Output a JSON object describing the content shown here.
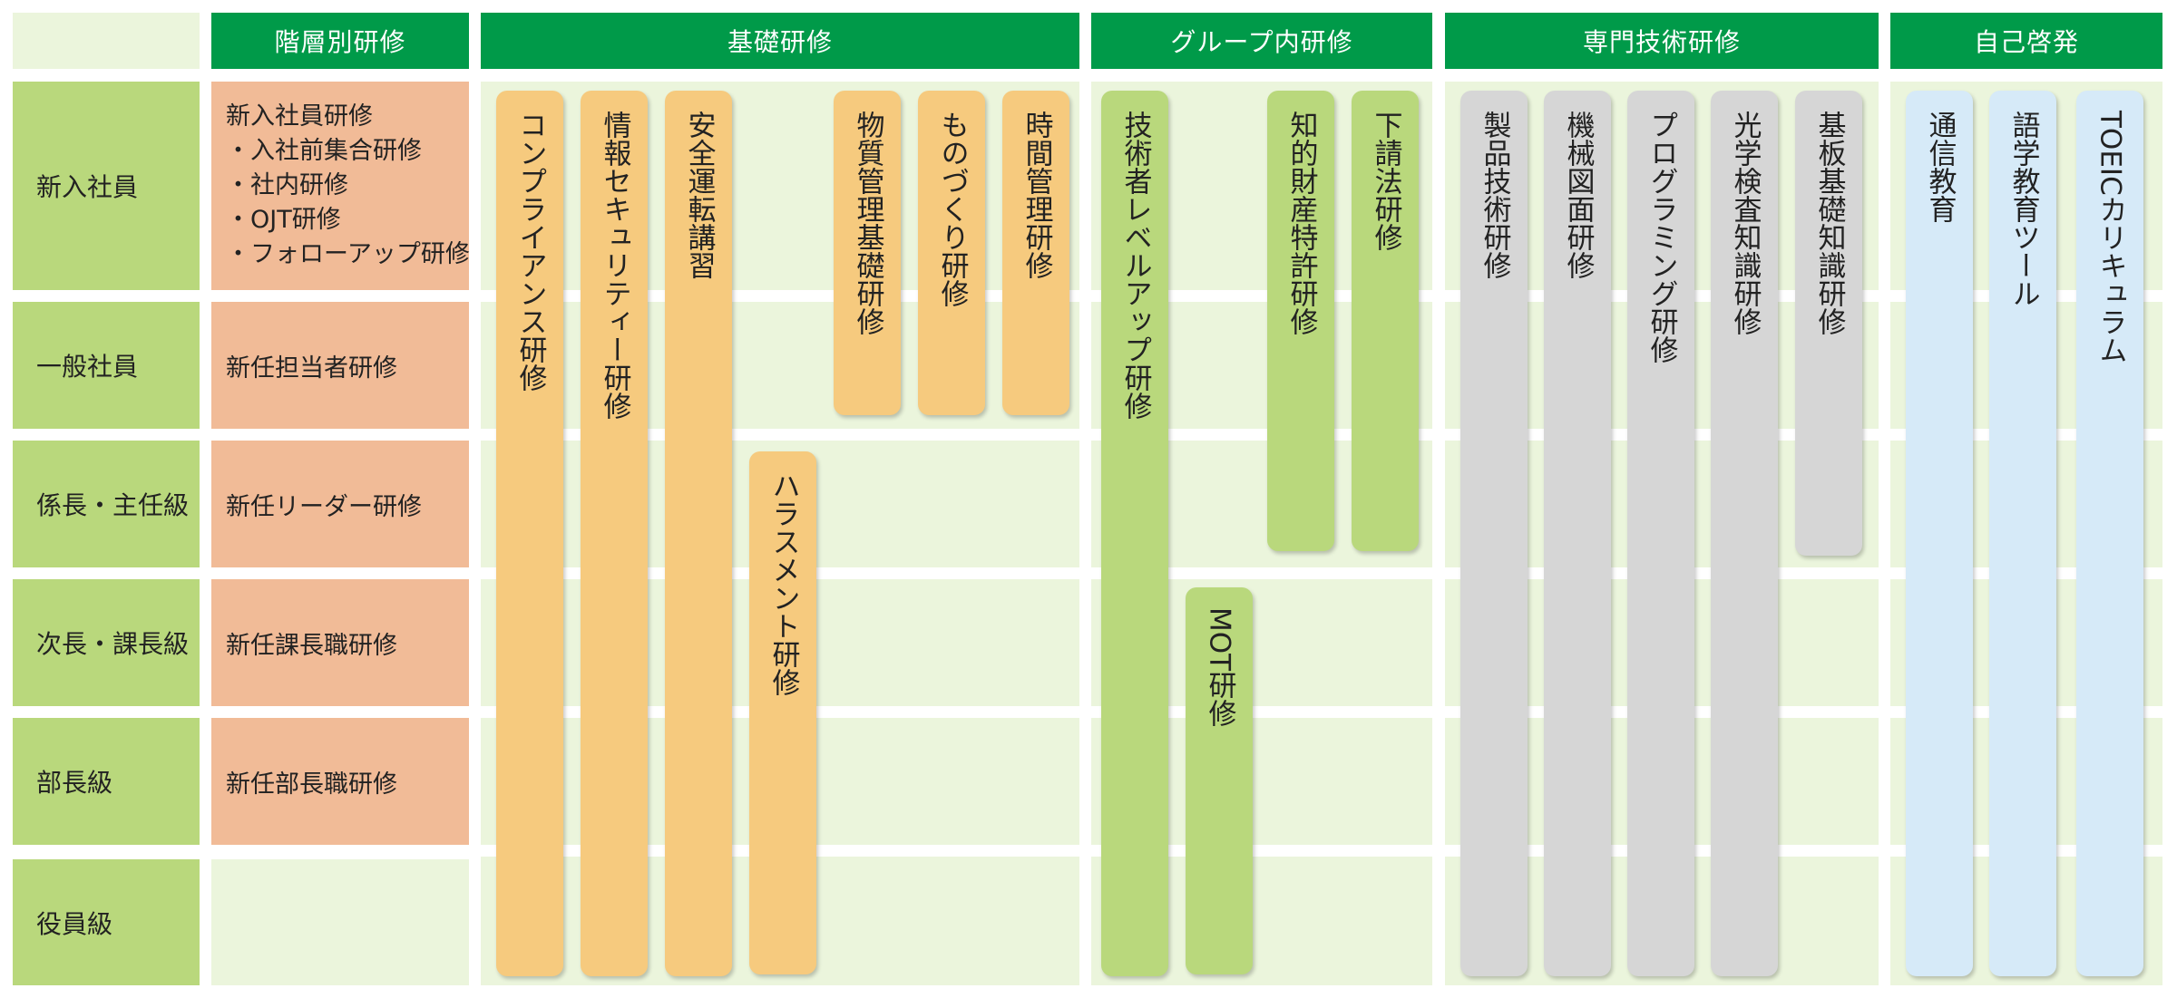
{
  "columns": {
    "hierarchy": "階層別研修",
    "basic": "基礎研修",
    "group": "グループ内研修",
    "technical": "専門技術研修",
    "self": "自己啓発"
  },
  "levels": [
    "新入社員",
    "一般社員",
    "係長・主任級",
    "次長・課長級",
    "部長級",
    "役員級"
  ],
  "hierarchy_training": {
    "new_hire_title": "新入社員研修",
    "new_hire_items": [
      "・入社前集合研修",
      "・社内研修",
      "・OJT研修",
      "・フォローアップ研修"
    ],
    "general": "新任担当者研修",
    "chief": "新任リーダー研修",
    "manager": "新任課長職研修",
    "director": "新任部長職研修"
  },
  "basic_training": {
    "compliance": "コンプライアンス研修",
    "infosec": "情報セキュリティー研修",
    "safe_driving": "安全運転講習",
    "harassment": "ハラスメント研修",
    "materials": "物質管理基礎研修",
    "monozukuri": "ものづくり研修",
    "time_mgmt": "時間管理研修"
  },
  "group_training": {
    "engineer_level_up": "技術者レベルアップ研修",
    "mot": "MOT研修",
    "ip": "知的財産特許研修",
    "subcontract": "下請法研修"
  },
  "technical_training": {
    "product": "製品技術研修",
    "drawing": "機械図面研修",
    "programming": "プログラミング研修",
    "optical": "光学検査知識研修",
    "pcb": "基板基礎知識研修"
  },
  "self_development": {
    "correspondence": "通信教育",
    "language_tool": "語学教育ツール",
    "toeic": "TOEICカリキュラム"
  },
  "colors": {
    "header": "#009a49",
    "row_label": "#b9d87c",
    "hierarchy_cell": "#f1bb97",
    "basic_pill": "#f6ca7e",
    "group_pill": "#b9d87c",
    "technical_pill": "#d6d6d6",
    "self_pill": "#d6eaf8",
    "panel_bg": "#ebf5dc"
  }
}
